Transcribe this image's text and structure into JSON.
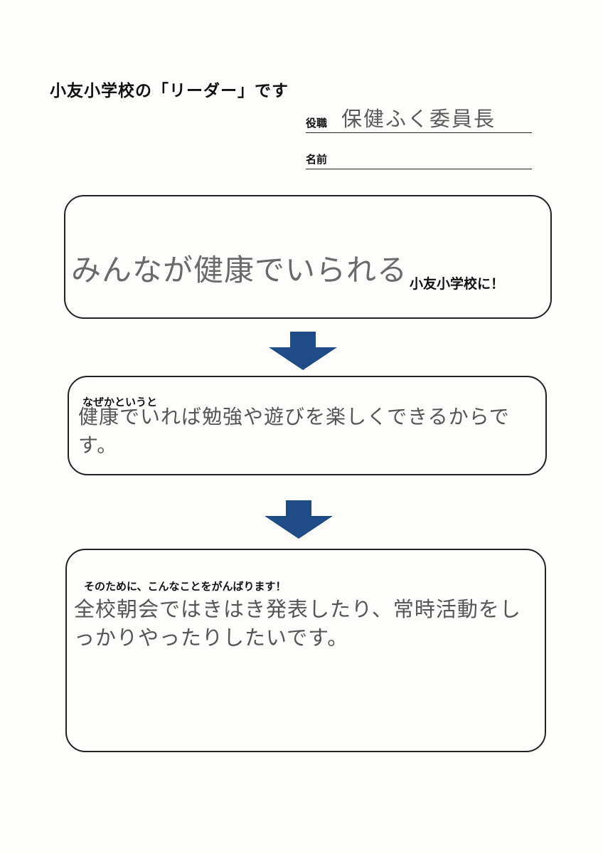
{
  "heading": "小友小学校の「リーダー」です",
  "fields": {
    "role_label": "役職",
    "role_value": "保健ふく委員長",
    "name_label": "名前",
    "name_value": ""
  },
  "goal": {
    "handwritten": "みんなが健康でいられる",
    "printed": "小友小学校に！"
  },
  "reason": {
    "label": "なぜかというと",
    "text": "健康でいれば勉強や遊びを楽しくできるからです。"
  },
  "action": {
    "label": "そのために、こんなことをがんばります！",
    "text": "全校朝会ではきはき発表したり、常時活動をしっかりやったりしたいです。"
  },
  "colors": {
    "arrow": "#1f4b87",
    "ink": "#111111",
    "pencil": "#5a5a5a"
  }
}
